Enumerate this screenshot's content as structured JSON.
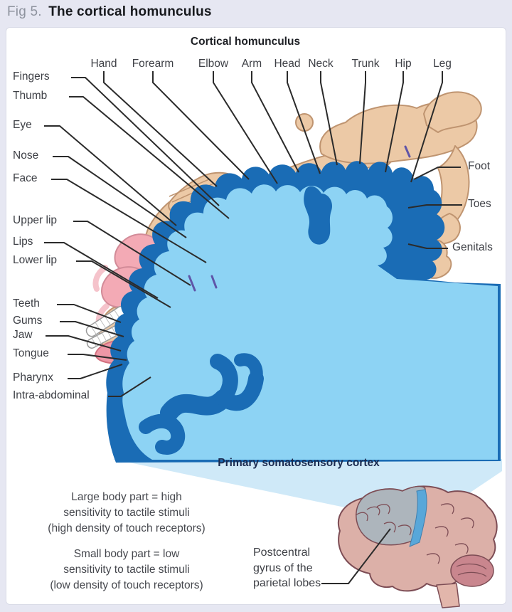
{
  "page": {
    "figure_label": "Fig 5.",
    "figure_title": "The cortical homunculus"
  },
  "diagram": {
    "title": "Cortical homunculus",
    "top_labels": [
      "Hand",
      "Forearm",
      "Elbow",
      "Arm",
      "Head",
      "Neck",
      "Trunk",
      "Hip",
      "Leg"
    ],
    "left_labels": [
      "Fingers",
      "Thumb",
      "Eye",
      "Nose",
      "Face",
      "Upper lip",
      "Lips",
      "Lower lip",
      "Teeth",
      "Gums",
      "Jaw",
      "Tongue",
      "Pharynx",
      "Intra-abdominal"
    ],
    "right_labels": [
      "Foot",
      "Toes",
      "Genitals"
    ],
    "cortex_caption": "Primary somatosensory cortex",
    "note_large": [
      "Large body part = high",
      "sensitivity to tactile stimuli",
      "(high density of touch receptors)"
    ],
    "note_small": [
      "Small body part = low",
      "sensitivity to tactile stimuli",
      "(low density of touch receptors)"
    ],
    "brain_label": [
      "Postcentral",
      "gyrus of the",
      "parietal lobes"
    ],
    "colors": {
      "cortex_dark_blue": "#1a6cb5",
      "cortex_light_blue": "#8dd3f4",
      "funnel_blue": "#cfe9f8",
      "skin": "#ecc9a6",
      "skin_outline": "#bf9470",
      "lips_pink": "#f3aab5",
      "tongue_pink": "#ee97a6",
      "caption_navy": "#1b2b50",
      "label_line": "#2b2b2b",
      "page_background": "#e6e7f2",
      "card_background": "#ffffff",
      "brain_pink": "#dcb0a8",
      "brain_gray": "#adb5bc",
      "gyrus_blue": "#58a7d9"
    }
  }
}
